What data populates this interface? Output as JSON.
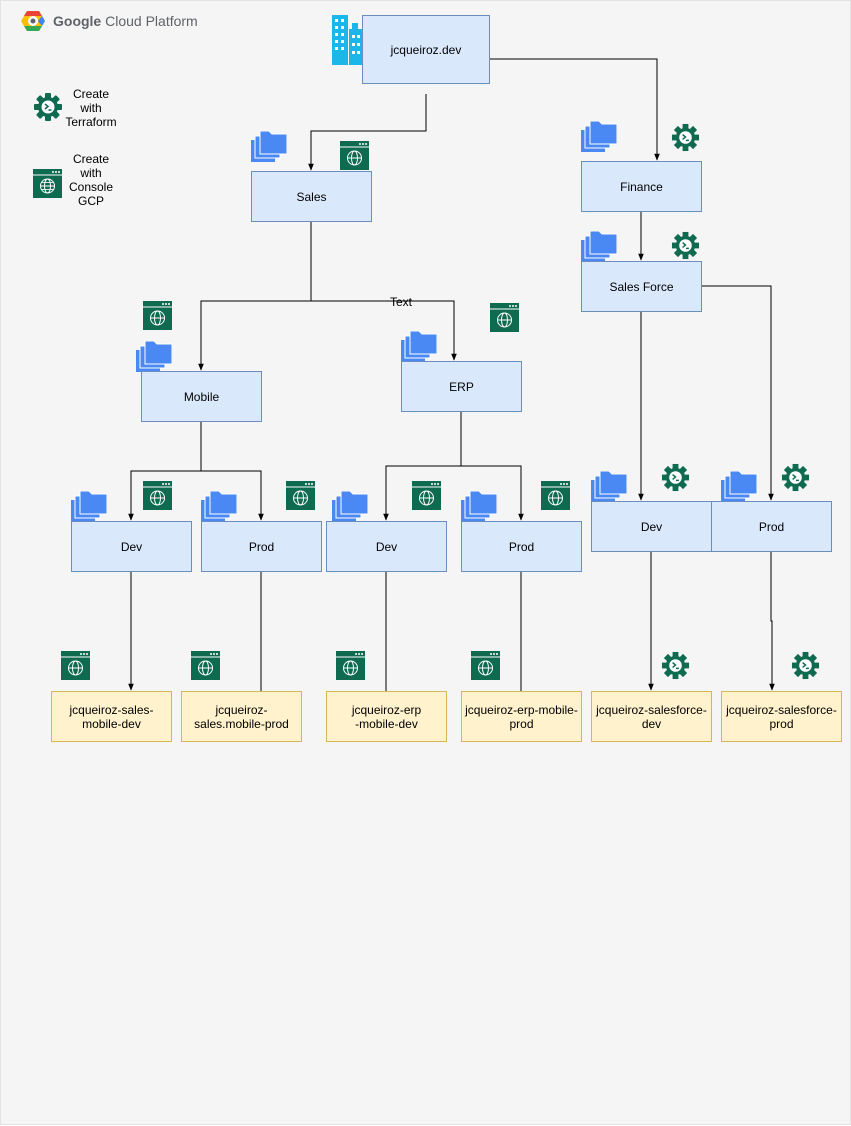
{
  "header": {
    "brand_bold": "Google",
    "brand_rest": "Cloud Platform"
  },
  "legend": {
    "terraform_label": "Create\nwith\nTerraform",
    "console_label": "Create\nwith\nConsole\nGCP"
  },
  "nodes": {
    "org": "jcqueiroz.dev",
    "sales": "Sales",
    "finance": "Finance",
    "salesforce": "Sales Force",
    "mobile": "Mobile",
    "erp": "ERP",
    "mobile_dev": "Dev",
    "mobile_prod": "Prod",
    "erp_dev": "Dev",
    "erp_prod": "Prod",
    "sf_dev": "Dev",
    "sf_prod": "Prod"
  },
  "projects": {
    "sales_mobile_dev": "jcqueiroz-sales-\nmobile-dev",
    "sales_mobile_prod": "jcqueiroz-\nsales.mobile-prod",
    "erp_mobile_dev": "jcqueiroz-erp\n-mobile-dev",
    "erp_mobile_prod": "jcqueiroz-erp-mobile-\nprod",
    "salesforce_dev": "jcqueiroz-salesforce-\ndev",
    "salesforce_prod": "jcqueiroz-salesforce-\nprod"
  },
  "edge_label": "Text",
  "colors": {
    "folder_box_fill": "#dae8fc",
    "folder_box_stroke": "#6c8ebf",
    "project_box_fill": "#fff2cc",
    "project_box_stroke": "#d6b656",
    "folder_icon": "#4a89f3",
    "gcp_icon_green": "#0e6b4f",
    "building_icon": "#1ab7e8"
  },
  "icons": [
    "google-cloud-logo-icon",
    "building-icon",
    "folder-stack-icon",
    "console-window-icon",
    "terraform-gear-icon"
  ]
}
